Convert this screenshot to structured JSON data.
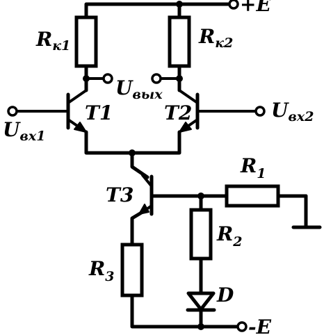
{
  "supply": {
    "positive": "+E",
    "negative": "-E"
  },
  "resistors": {
    "rk1": {
      "main": "R",
      "sub": "к1"
    },
    "rk2": {
      "main": "R",
      "sub": "к2"
    },
    "r1": {
      "main": "R",
      "sub": "1"
    },
    "r2": {
      "main": "R",
      "sub": "2"
    },
    "r3": {
      "main": "R",
      "sub": "3"
    }
  },
  "transistors": {
    "t1": "T1",
    "t2": "T2",
    "t3": "T3"
  },
  "diode": "D",
  "signals": {
    "out": {
      "main": "U",
      "sub": "вых"
    },
    "in1": {
      "main": "U",
      "sub": "вх1"
    },
    "in2": {
      "main": "U",
      "sub": "вх2"
    }
  }
}
